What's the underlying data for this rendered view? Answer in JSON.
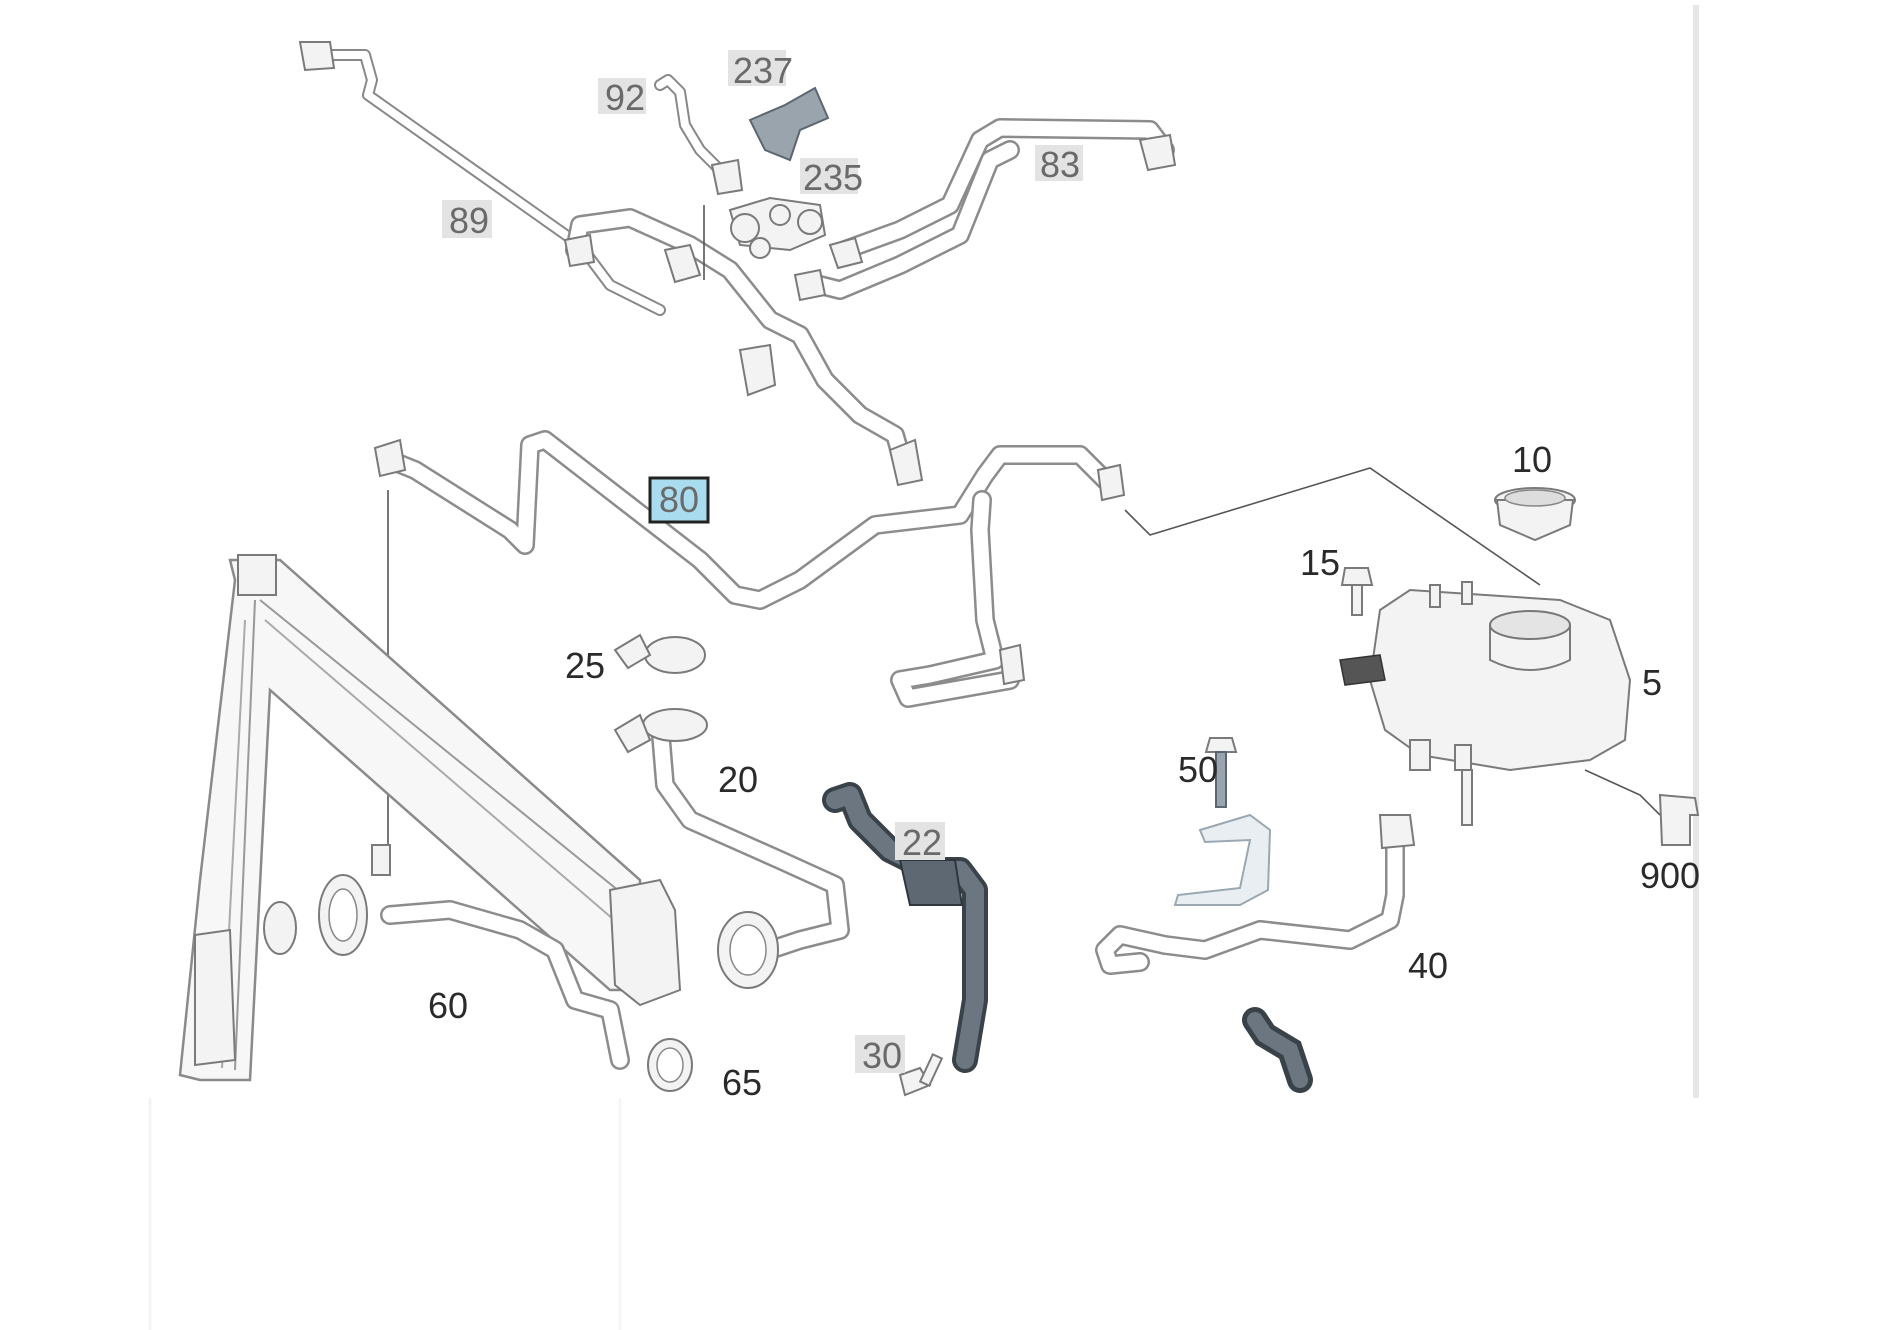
{
  "callouts": [
    {
      "id": "c237",
      "text": "237",
      "grey_box": true
    },
    {
      "id": "c92",
      "text": "92",
      "grey_box": true
    },
    {
      "id": "c235",
      "text": "235",
      "grey_box": true
    },
    {
      "id": "c83",
      "text": "83",
      "grey_box": true
    },
    {
      "id": "c89",
      "text": "89",
      "grey_box": true
    },
    {
      "id": "c80",
      "text": "80",
      "highlighted": true
    },
    {
      "id": "c10",
      "text": "10"
    },
    {
      "id": "c15",
      "text": "15"
    },
    {
      "id": "c25",
      "text": "25"
    },
    {
      "id": "c5",
      "text": "5"
    },
    {
      "id": "c20",
      "text": "20"
    },
    {
      "id": "c50",
      "text": "50"
    },
    {
      "id": "c900",
      "text": "900"
    },
    {
      "id": "c22",
      "text": "22",
      "grey_box": true
    },
    {
      "id": "c40",
      "text": "40"
    },
    {
      "id": "c60",
      "text": "60"
    },
    {
      "id": "c30",
      "text": "30",
      "grey_box": true
    },
    {
      "id": "c65",
      "text": "65"
    }
  ],
  "colors": {
    "highlight_fill": "#aadcf0",
    "highlight_border": "#222222",
    "grey_box": "#e3e3e3",
    "line": "#8c8c8c",
    "dark_part": "#5d6873"
  }
}
